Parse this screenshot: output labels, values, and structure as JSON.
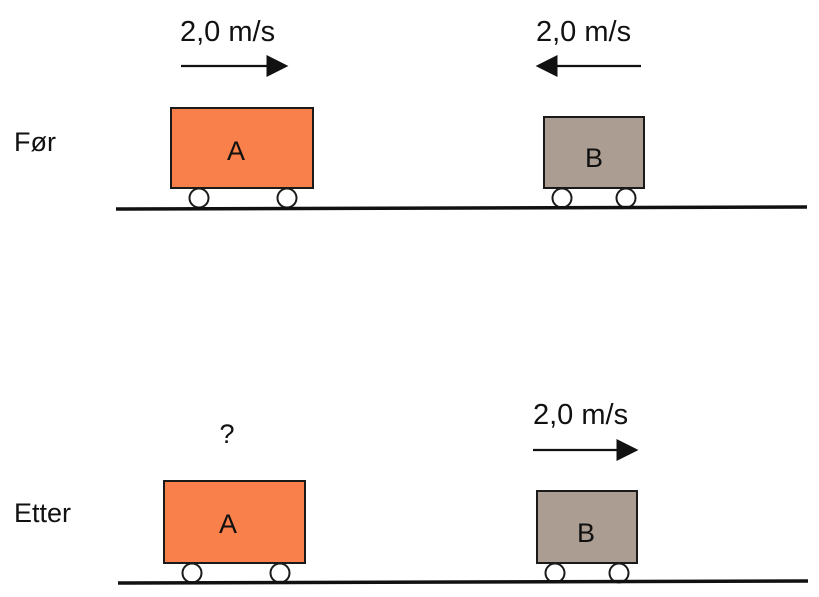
{
  "colors": {
    "cart_a_fill": "#f9804b",
    "cart_b_fill": "#ac9d92",
    "outline": "#1a1a1a",
    "track": "#111111",
    "wheel_fill": "#ffffff",
    "background": "#ffffff"
  },
  "before": {
    "label": "Før",
    "cart_a": {
      "label": "A",
      "speed": "2,0 m/s",
      "direction": "right"
    },
    "cart_b": {
      "label": "B",
      "speed": "2,0 m/s",
      "direction": "left"
    }
  },
  "after": {
    "label": "Etter",
    "cart_a": {
      "label": "A",
      "speed": "?"
    },
    "cart_b": {
      "label": "B",
      "speed": "2,0 m/s",
      "direction": "right"
    }
  }
}
